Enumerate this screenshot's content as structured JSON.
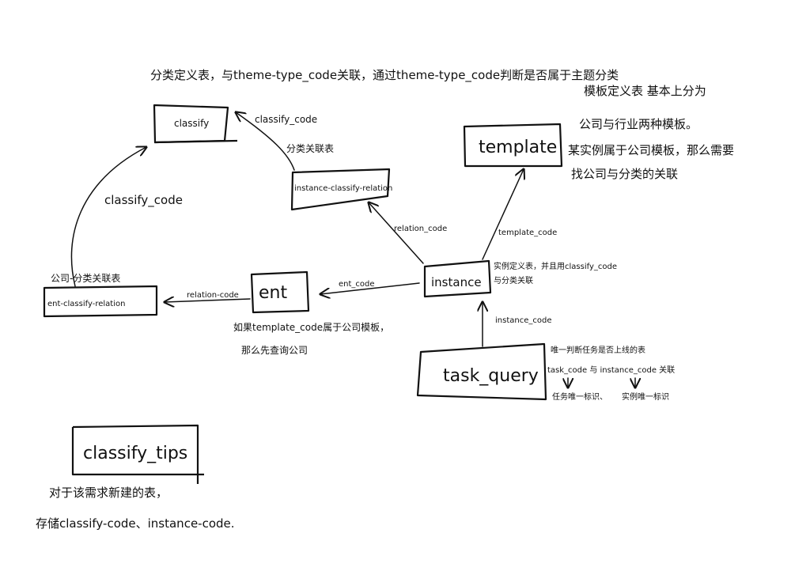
{
  "top_caption": "分类定义表，与theme-type_code关联，通过theme-type_code判断是否属于主题分类",
  "tables": {
    "classify": "classify",
    "instance_classify_relation": "instance-classify-relation",
    "template": "template",
    "instance": "instance",
    "ent": "ent",
    "ent_classify_relation": "ent-classify-relation",
    "task_query": "task_query",
    "classify_tips": "classify_tips"
  },
  "edges": {
    "relation_to_classify": "classify_code",
    "ent_relation_to_classify": "classify_code",
    "instance_to_relation": "relation_code",
    "instance_to_template": "template_code",
    "instance_to_ent": "ent_code",
    "ent_to_ent_relation": "relation-code",
    "task_to_instance": "instance_code"
  },
  "notes": {
    "relation_table": "分类关联表",
    "template": [
      "模板定义表 基本上分为",
      "公司与行业两种模板。",
      "某实例属于公司模板，那么需要",
      "找公司与分类的关联"
    ],
    "instance": [
      "实例定义表，并且用classify_code",
      "与分类关联"
    ],
    "ent_relation": "公司-分类关联表",
    "ent": [
      "如果template_code属于公司模板，",
      "那么先查询公司"
    ],
    "task_query": [
      "唯一判断任务是否上线的表",
      "task_code 与 instance_code 关联",
      "任务唯一标识、",
      "实例唯一标识"
    ],
    "classify_tips": [
      "对于该需求新建的表，",
      "存储classify-code、instance-code."
    ]
  }
}
